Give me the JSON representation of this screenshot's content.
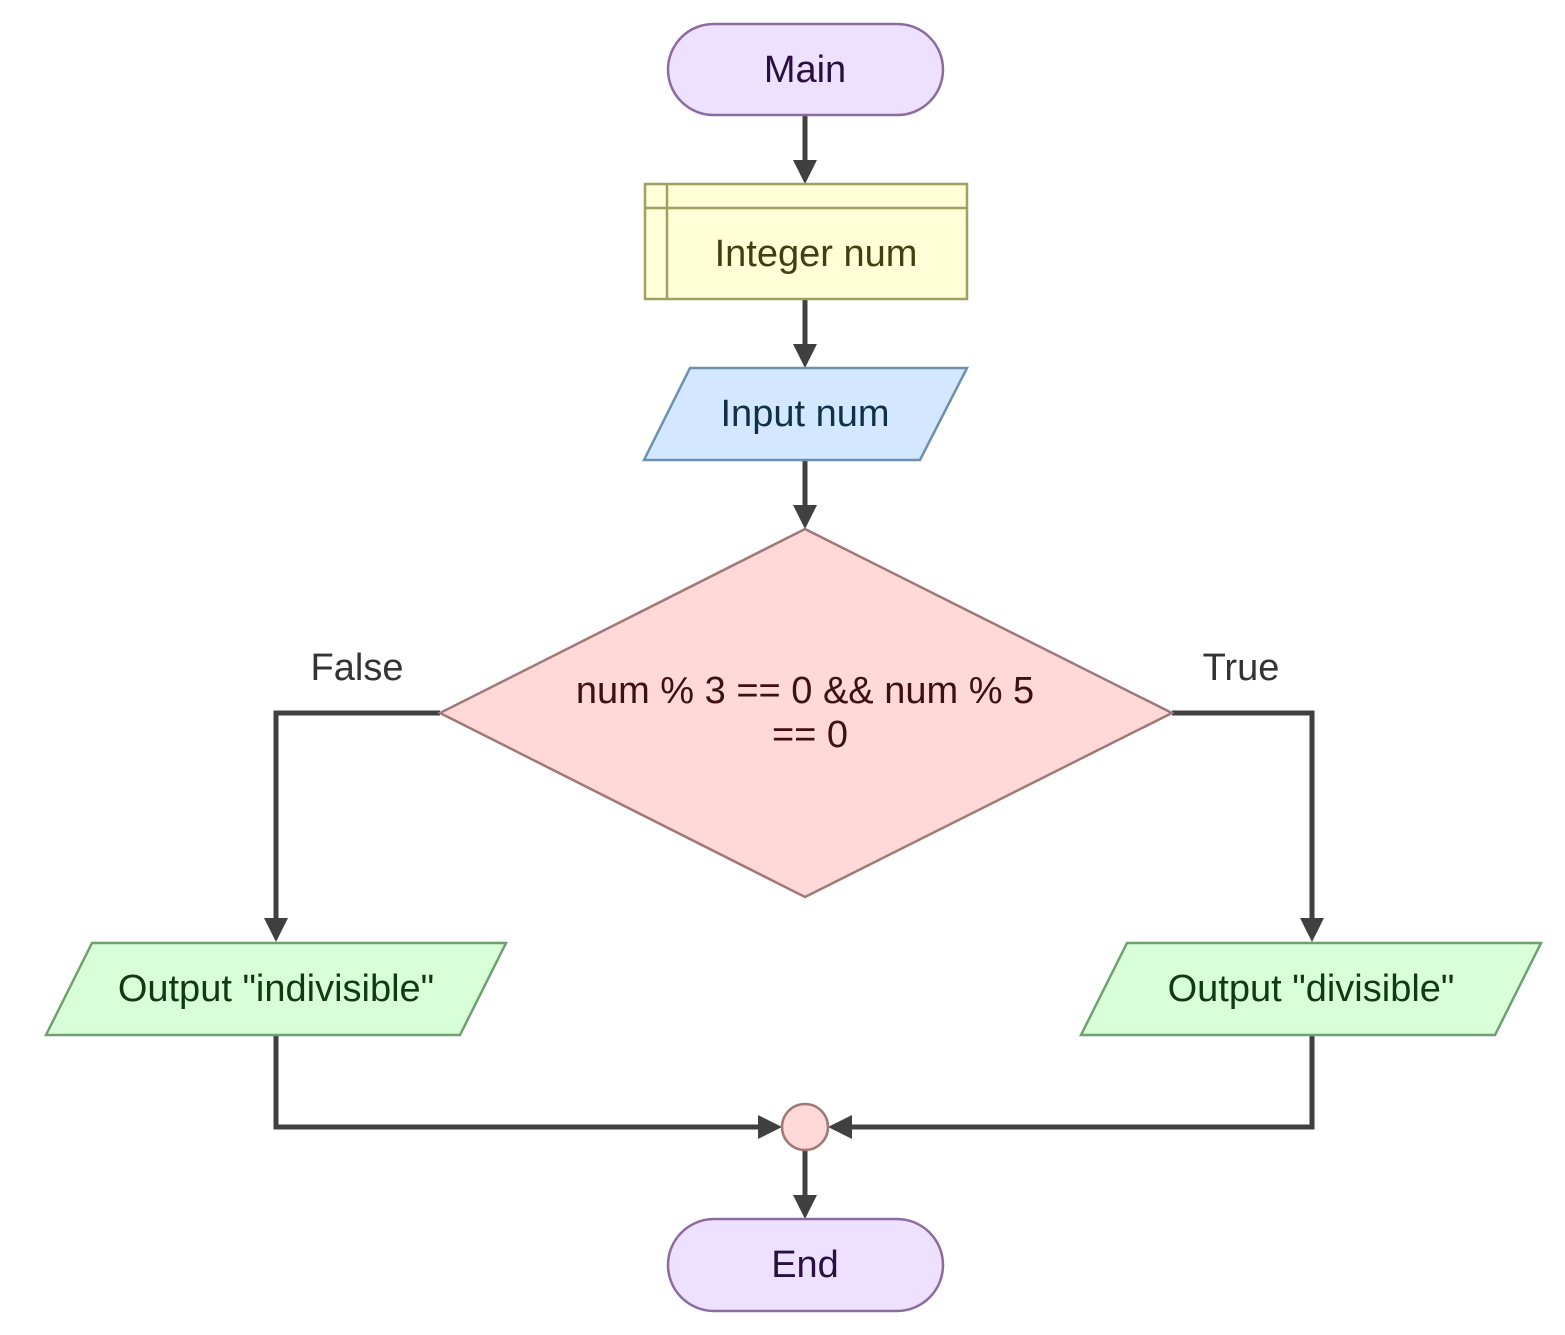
{
  "flowchart": {
    "start": {
      "label": "Main"
    },
    "declare": {
      "label": "Integer num"
    },
    "input": {
      "label": "Input num"
    },
    "decision": {
      "line1": "num % 3 == 0 && num % 5",
      "line2": "== 0"
    },
    "branch_false": {
      "label": "False"
    },
    "branch_true": {
      "label": "True"
    },
    "output_false": {
      "label": "Output \"indivisible\""
    },
    "output_true": {
      "label": "Output \"divisible\""
    },
    "end": {
      "label": "End"
    }
  },
  "colors": {
    "terminal_fill": "#EEE0FF",
    "terminal_stroke": "#8B6BA0",
    "declare_fill": "#FFFFD8",
    "declare_stroke": "#A0A060",
    "input_fill": "#D3E8FF",
    "input_stroke": "#6F8FAF",
    "decision_fill": "#FFD8D8",
    "decision_stroke": "#A07878",
    "output_fill": "#D8FFD8",
    "output_stroke": "#6FA06F",
    "junction_fill": "#FFD8D8",
    "junction_stroke": "#A07878",
    "edge": "#404040"
  }
}
